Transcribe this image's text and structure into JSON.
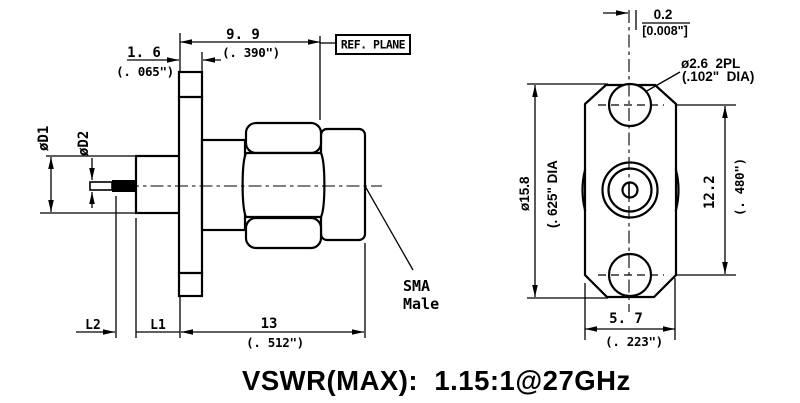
{
  "side_view": {
    "dim_length": {
      "mm": "9. 9",
      "inch": "(. 390\")"
    },
    "dim_flange_thickness": {
      "mm": "1. 6",
      "inch": "(. 065\")"
    },
    "dim_body_length": {
      "mm": "13",
      "inch": "(. 512\")"
    },
    "label_l1": "L1",
    "label_l2": "L2",
    "label_d1": "øD1",
    "label_d2": "øD2",
    "ref_plane_label": "REF. PLANE",
    "connector_label_1": "SMA",
    "connector_label_2": "Male"
  },
  "front_view": {
    "dim_offset": {
      "mm": "0.2",
      "inch": "[0.008\"]"
    },
    "dim_holes": {
      "mm": "ø2.6  2PL",
      "inch": "(.102\"  DIA)"
    },
    "dim_flange_dia": {
      "mm": "ø15.8",
      "inch": "(. 625\" DIA"
    },
    "dim_hole_spacing": {
      "mm": "12.2",
      "inch": "(. 480\")"
    },
    "dim_flange_width": {
      "mm": "5. 7",
      "inch": "(. 223\")"
    }
  },
  "footer": {
    "vswr_spec": "VSWR(MAX):  1.15:1@27GHz"
  },
  "colors": {
    "ink": "#000000",
    "paper": "#ffffff"
  }
}
